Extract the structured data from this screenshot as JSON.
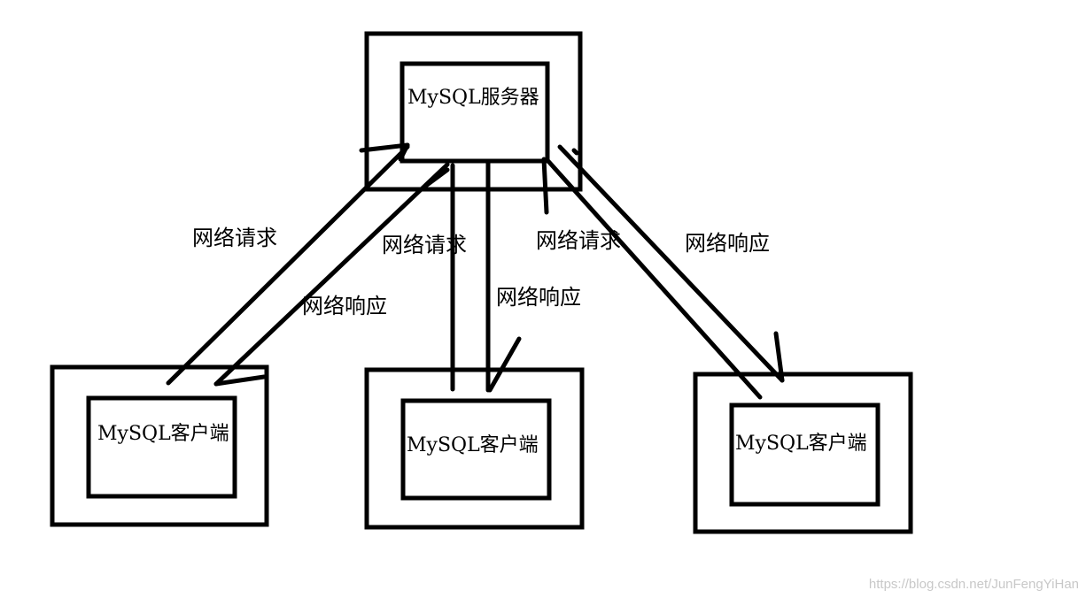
{
  "server": {
    "label": "MySQL服务器"
  },
  "clients": [
    {
      "label": "MySQL客户端"
    },
    {
      "label": "MySQL客户端"
    },
    {
      "label": "MySQL客户端"
    }
  ],
  "edges": {
    "left_request": "网络请求",
    "left_response": "网络响应",
    "middle_request": "网络请求",
    "middle_response": "网络响应",
    "right_request": "网络请求",
    "right_response": "网络响应"
  },
  "watermark": "https://blog.csdn.net/JunFengYiHan"
}
